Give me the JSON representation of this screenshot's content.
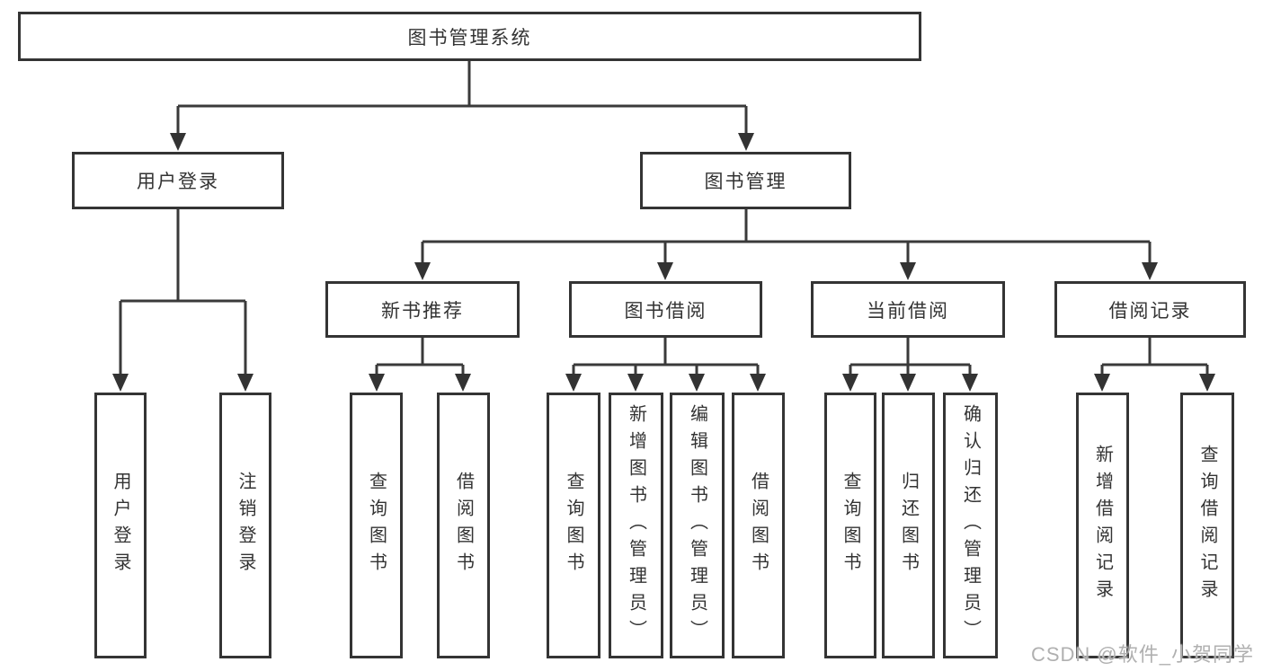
{
  "title": {
    "root": "图书管理系统"
  },
  "nodes": {
    "user_login": "用户登录",
    "book_mgmt": "图书管理",
    "new_book_rec": "新书推荐",
    "book_borrow": "图书借阅",
    "current_borrow": "当前借阅",
    "borrow_records": "借阅记录"
  },
  "leaves": {
    "user_login": [
      "用户登录",
      "注销登录"
    ],
    "new_book_rec": [
      "查询图书",
      "借阅图书"
    ],
    "book_borrow": [
      "查询图书",
      "新增图书（管理员）",
      "编辑图书（管理员）",
      "借阅图书"
    ],
    "current_borrow": [
      "查询图书",
      "归还图书",
      "确认归还（管理员）"
    ],
    "borrow_records": [
      "新增借阅记录",
      "查询借阅记录"
    ]
  },
  "watermark": "CSDN @软件_小贺同学",
  "colors": {
    "line": "#3a3a3a",
    "border": "#343434",
    "text": "#333333",
    "watermark": "#b0b0b0",
    "background": "#ffffff"
  }
}
